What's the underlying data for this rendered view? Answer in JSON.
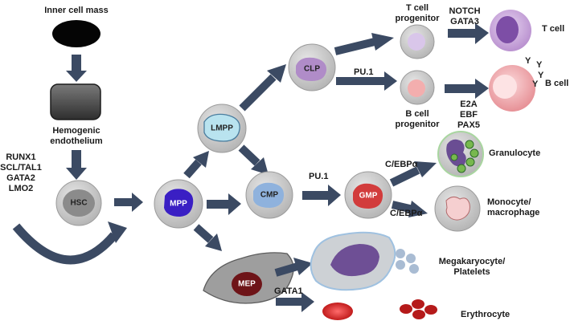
{
  "labels": {
    "inner_cell_mass": "Inner cell mass",
    "hemogenic_line1": "Hemogenic",
    "hemogenic_line2": "endothelium",
    "tf_runx1": "RUNX1",
    "tf_scl": "SCL/TAL1",
    "tf_gata2": "GATA2",
    "tf_lmo2": "LMO2",
    "hsc": "HSC",
    "mpp": "MPP",
    "lmpp": "LMPP",
    "cmp": "CMP",
    "clp": "CLP",
    "gmp": "GMP",
    "mep": "MEP",
    "t_prog_line1": "T cell",
    "t_prog_line2": "progenitor",
    "b_prog_line1": "B cell",
    "b_prog_line2": "progenitor",
    "notch": "NOTCH",
    "gata3": "GATA3",
    "t_cell": "T cell",
    "b_cell": "B cell",
    "pu1_lymphoid": "PU.1",
    "e2a": "E2A",
    "ebf": "EBF",
    "pax5": "PAX5",
    "pu1_myeloid": "PU.1",
    "cebpa_1": "C/EBPα",
    "cebpa_2": "C/EBPα",
    "granulocyte": "Granulocyte",
    "monocyte_line1": "Monocyte/",
    "monocyte_line2": "macrophage",
    "megakaryocyte_line1": "Megakaryocyte/",
    "megakaryocyte_line2": "Platelets",
    "gata1": "GATA1",
    "erythrocyte": "Erythrocyte"
  },
  "colors": {
    "arrow": "#3b4a63",
    "progenitor_shell": "#c8c8c8",
    "mpp_nucleus": "#3a1fc4",
    "lmpp_nucleus": "#b9e3ef",
    "cmp_nucleus": "#8fb2dd",
    "clp_nucleus": "#b08cc8",
    "gmp_nucleus": "#d23c3c",
    "mep_nucleus": "#6e1418",
    "t_cell": "#c5a6d8",
    "b_cell": "#f0a3a7",
    "erythrocyte": "#cc1212",
    "platelet": "#a9bcd3"
  }
}
